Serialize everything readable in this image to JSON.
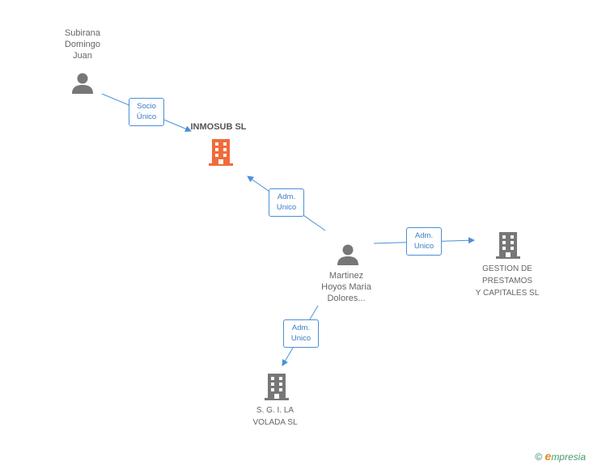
{
  "nodes": {
    "subirana": {
      "label": "Subirana\nDomingo\nJuan",
      "type": "person"
    },
    "inmosub": {
      "label": "INMOSUB SL",
      "type": "company-main"
    },
    "martinez": {
      "label": "Martinez\nHoyos Maria\nDolores...",
      "type": "person"
    },
    "gestion": {
      "label": "GESTION DE\nPRESTAMOS\nY CAPITALES SL",
      "type": "company"
    },
    "sgi": {
      "label": "S. G. I. LA\nVOLADA SL",
      "type": "company"
    }
  },
  "edges": {
    "socio_unico": {
      "label": "Socio\nÚnico"
    },
    "adm_inmosub": {
      "label": "Adm.\nUnico"
    },
    "adm_gestion": {
      "label": "Adm.\nUnico"
    },
    "adm_sgi": {
      "label": "Adm.\nUnico"
    }
  },
  "colors": {
    "edge": "#4a8fd6",
    "person_icon": "#777777",
    "company_icon": "#777777",
    "main_company_icon": "#f26a3a"
  },
  "footer": {
    "copyright": "©",
    "brand_e": "e",
    "brand_rest": "mpresia"
  }
}
